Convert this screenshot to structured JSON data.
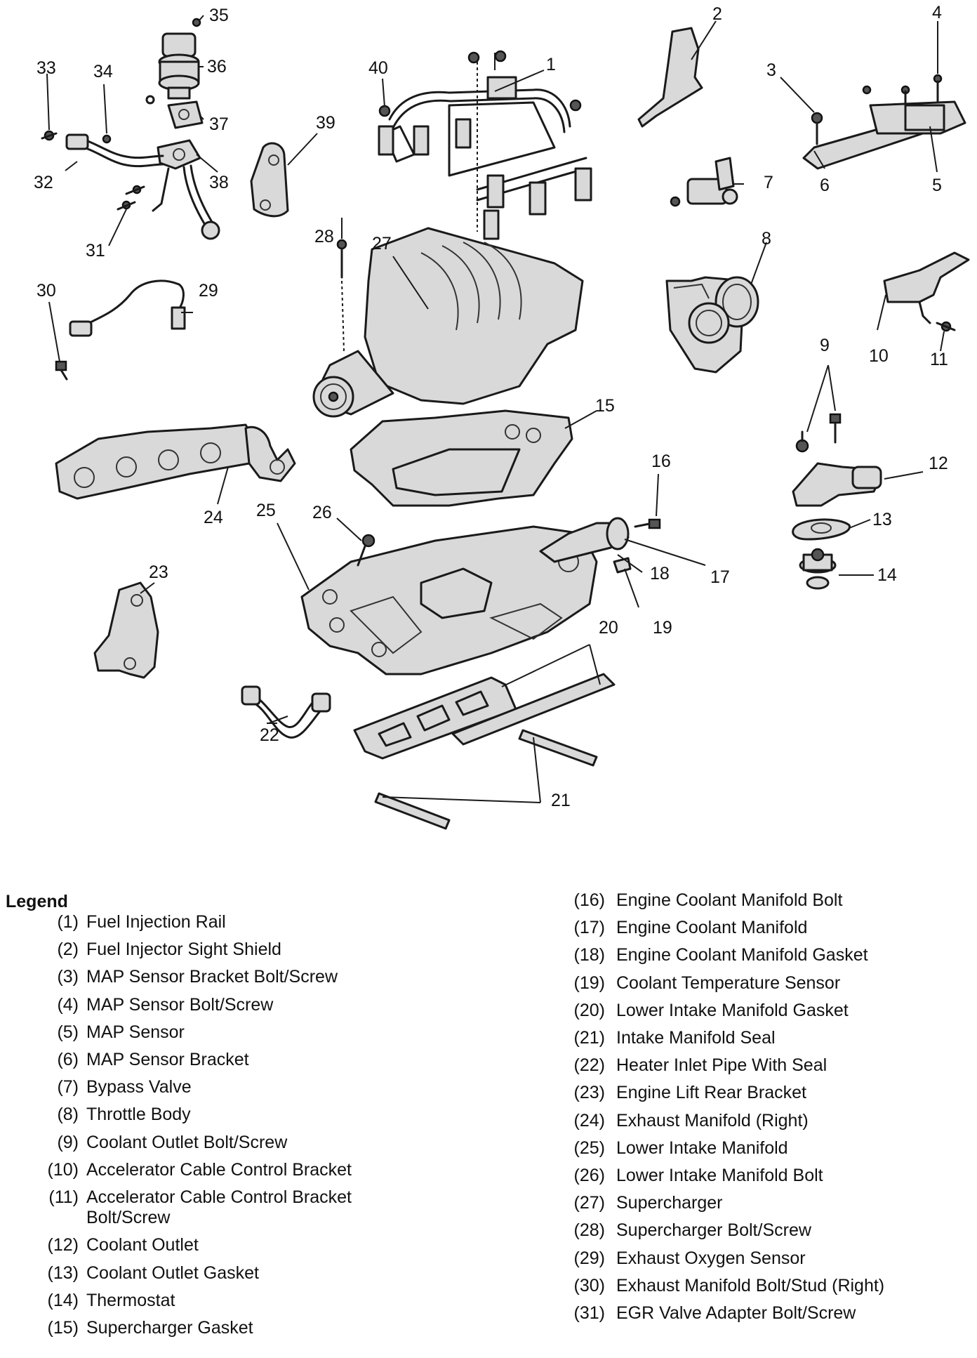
{
  "diagram": {
    "callouts": [
      "1",
      "2",
      "3",
      "4",
      "5",
      "6",
      "7",
      "8",
      "9",
      "10",
      "11",
      "12",
      "13",
      "14",
      "15",
      "16",
      "17",
      "18",
      "19",
      "20",
      "21",
      "22",
      "23",
      "24",
      "25",
      "26",
      "27",
      "28",
      "29",
      "30",
      "31",
      "32",
      "33",
      "34",
      "35",
      "36",
      "37",
      "38",
      "39",
      "40"
    ]
  },
  "legend": {
    "title": "Legend",
    "items": [
      {
        "num": "(1)",
        "text": "Fuel Injection Rail"
      },
      {
        "num": "(2)",
        "text": "Fuel Injector Sight Shield"
      },
      {
        "num": "(3)",
        "text": "MAP Sensor Bracket Bolt/Screw"
      },
      {
        "num": "(4)",
        "text": "MAP Sensor Bolt/Screw"
      },
      {
        "num": "(5)",
        "text": "MAP Sensor"
      },
      {
        "num": "(6)",
        "text": "MAP Sensor Bracket"
      },
      {
        "num": "(7)",
        "text": "Bypass Valve"
      },
      {
        "num": "(8)",
        "text": "Throttle Body"
      },
      {
        "num": "(9)",
        "text": "Coolant Outlet Bolt/Screw"
      },
      {
        "num": "(10)",
        "text": "Accelerator Cable Control Bracket"
      },
      {
        "num": "(11)",
        "text": "Accelerator Cable Control Bracket",
        "text2": "Bolt/Screw"
      },
      {
        "num": "(12)",
        "text": "Coolant Outlet"
      },
      {
        "num": "(13)",
        "text": "Coolant Outlet Gasket"
      },
      {
        "num": "(14)",
        "text": "Thermostat"
      },
      {
        "num": "(15)",
        "text": "Supercharger Gasket"
      },
      {
        "num": "(16)",
        "text": "Engine Coolant Manifold Bolt"
      },
      {
        "num": "(17)",
        "text": "Engine Coolant Manifold"
      },
      {
        "num": "(18)",
        "text": "Engine Coolant Manifold Gasket"
      },
      {
        "num": "(19)",
        "text": "Coolant Temperature Sensor"
      },
      {
        "num": "(20)",
        "text": "Lower Intake Manifold Gasket"
      },
      {
        "num": "(21)",
        "text": "Intake Manifold Seal"
      },
      {
        "num": "(22)",
        "text": "Heater Inlet Pipe With Seal"
      },
      {
        "num": "(23)",
        "text": "Engine Lift Rear Bracket"
      },
      {
        "num": "(24)",
        "text": "Exhaust Manifold (Right)"
      },
      {
        "num": "(25)",
        "text": "Lower Intake Manifold"
      },
      {
        "num": "(26)",
        "text": "Lower Intake Manifold Bolt"
      },
      {
        "num": "(27)",
        "text": "Supercharger"
      },
      {
        "num": "(28)",
        "text": "Supercharger Bolt/Screw"
      },
      {
        "num": "(29)",
        "text": "Exhaust Oxygen Sensor"
      },
      {
        "num": "(30)",
        "text": "Exhaust Manifold Bolt/Stud (Right)"
      },
      {
        "num": "(31)",
        "text": "EGR Valve Adapter Bolt/Screw"
      }
    ]
  }
}
